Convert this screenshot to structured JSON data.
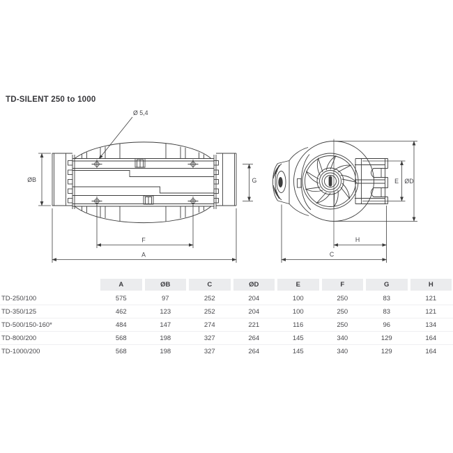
{
  "title": "TD-SILENT 250 to 1000",
  "diagram": {
    "labels": {
      "hole_diameter": "Ø 5,4",
      "side": {
        "b": "ØB",
        "g": "G",
        "f": "F",
        "a": "A"
      },
      "front": {
        "e": "E",
        "d": "ØD",
        "h": "H",
        "c": "C"
      }
    }
  },
  "table": {
    "columns": [
      "A",
      "ØB",
      "C",
      "ØD",
      "E",
      "F",
      "G",
      "H"
    ],
    "rows": [
      {
        "model": "TD-250/100",
        "values": [
          575,
          97,
          252,
          204,
          100,
          250,
          83,
          121
        ]
      },
      {
        "model": "TD-350/125",
        "values": [
          462,
          123,
          252,
          204,
          100,
          250,
          83,
          121
        ]
      },
      {
        "model": "TD-500/150-160*",
        "values": [
          484,
          147,
          274,
          221,
          116,
          250,
          96,
          134
        ]
      },
      {
        "model": "TD-800/200",
        "values": [
          568,
          198,
          327,
          264,
          145,
          340,
          129,
          164
        ]
      },
      {
        "model": "TD-1000/200",
        "values": [
          568,
          198,
          327,
          264,
          145,
          340,
          129,
          164
        ]
      }
    ]
  },
  "colors": {
    "line": "#3d3d3d",
    "text": "#46464a",
    "header_bg": "#ebecee"
  }
}
